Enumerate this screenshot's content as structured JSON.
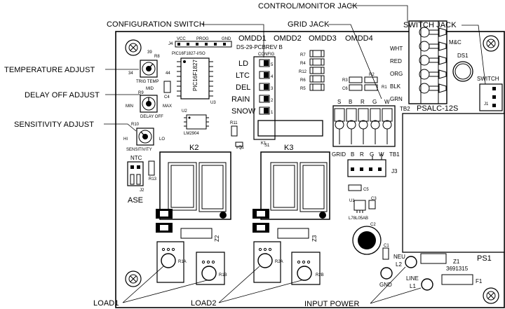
{
  "callouts": {
    "control_monitor_jack": "CONTROL/MONITOR JACK",
    "configuration_switch": "CONFIGURATION SWITCH",
    "grid_jack": "GRID JACK",
    "switch_jack": "SWITCH JACK",
    "temperature_adjust": "TEMPERATURE ADJUST",
    "delay_off_adjust": "DELAY OFF ADJUST",
    "sensitivity_adjust": "SENSITIVITY ADJUST",
    "load1": "LOAD1",
    "load2": "LOAD2",
    "input_power": "INPUT POWER"
  },
  "board": {
    "om_labels": [
      "OMDD1",
      "OMDD2",
      "OMDD3",
      "OMDD4"
    ],
    "pcb_rev": "DS-29-PCBREV B",
    "config": "CONFIG",
    "j4": "J4",
    "vcc": "VCC",
    "prog": "PROG",
    "gnd": "GND",
    "mcu_label": "PIC16F1827-I/SO",
    "mcu_chip": "PIC16F1827",
    "u3": "U3",
    "u2": "U2",
    "u2_part": "LM2904",
    "r8": "R8",
    "n39": "39",
    "n34": "34",
    "n44": "44",
    "trig_temp": "TRIG TEMP",
    "mid": "MID",
    "r9": "R9",
    "min": "MIN",
    "max": "MAX",
    "delay_off": "DELAY OFF",
    "r10": "R10",
    "hi": "HI",
    "lo": "LO",
    "sensitivity": "SENSITIVITY",
    "c4": "C4",
    "r11": "R11",
    "q1": "Q1",
    "ntc": "NTC",
    "r13": "R13",
    "j2": "J2",
    "ase": "ASE",
    "config_rows": [
      "LD",
      "LTC",
      "DEL",
      "RAIN",
      "SNOW"
    ],
    "switch_nums": [
      "5",
      "4",
      "3",
      "2",
      "1"
    ],
    "s1": "S1",
    "resistors": [
      "R7",
      "R4",
      "R12",
      "R6",
      "R5"
    ],
    "r3": "R3",
    "c6": "C6",
    "r2": "R2",
    "r1": "R1",
    "grid_top": [
      "S",
      "B",
      "R",
      "G",
      "W"
    ],
    "grid_bottom": [
      "GRID",
      "B",
      "R",
      "G",
      "W",
      "TB1"
    ],
    "j3": "J3",
    "c5": "C5",
    "u1": "U1",
    "c3": "C3",
    "u1_part": "L78L05AB",
    "c2": "C2",
    "c1": "C1",
    "k1": "K1",
    "k2": "K2",
    "k3": "K3",
    "z2": "Z2",
    "z3": "Z3",
    "r1a": "R1A",
    "r1b": "R1B",
    "r2a": "R2A",
    "r2b": "R2B",
    "mc_terminals": [
      "WHT",
      "RED",
      "ORG",
      "BLK",
      "GRN"
    ],
    "mc": "M&C",
    "tb2": "TB2",
    "psalc": "PSALC-12S",
    "ds1": "DS1",
    "switch": "SWITCH",
    "j1": "J1",
    "ps1": "PS1",
    "z1": "Z1",
    "z1_part": "3691315",
    "f1": "F1",
    "neu": "NEU",
    "l2": "L2",
    "line": "LINE",
    "l1": "L1",
    "gnd_bottom": "GND"
  }
}
